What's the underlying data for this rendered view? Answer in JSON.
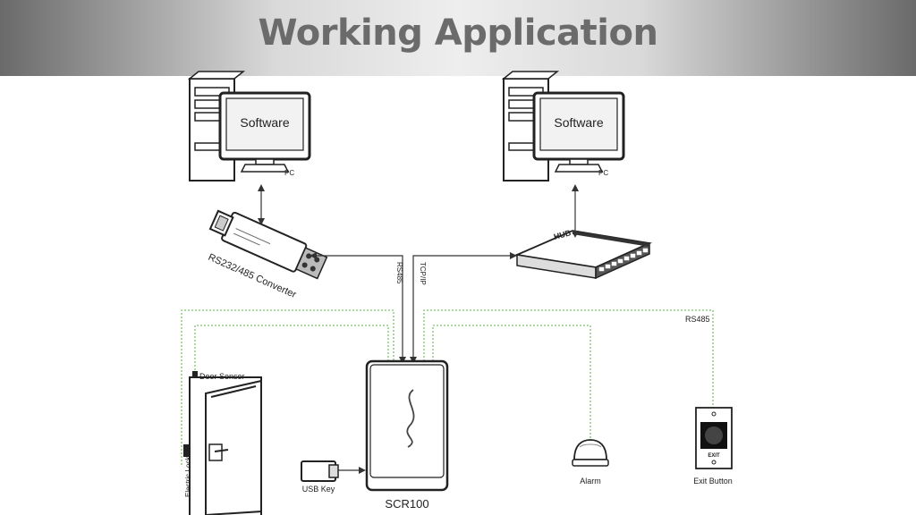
{
  "header": {
    "title": "Working Application"
  },
  "pc_left": {
    "screen_text": "Software",
    "label": "PC"
  },
  "pc_right": {
    "screen_text": "Software",
    "label": "PC"
  },
  "converter": {
    "label": "RS232/485 Converter"
  },
  "hub": {
    "label": "HUB"
  },
  "links": {
    "rs485_vertical": "RS485",
    "tcpip_vertical": "TCP/IP",
    "rs485_right": "RS485"
  },
  "devices": {
    "door_sensor": "Door Sensor",
    "electric_lock": "Electric Lock",
    "usb_key": "USB Key",
    "reader": "SCR100",
    "alarm": "Alarm",
    "exit_button": "Exit Button",
    "exit_plate": "EXIT"
  },
  "colors": {
    "header_edge": "#6a6a6a",
    "header_center": "#eeeeee",
    "title": "#6b6b6b",
    "wire": "#333333",
    "signal_dotted": "#7cc46a"
  }
}
